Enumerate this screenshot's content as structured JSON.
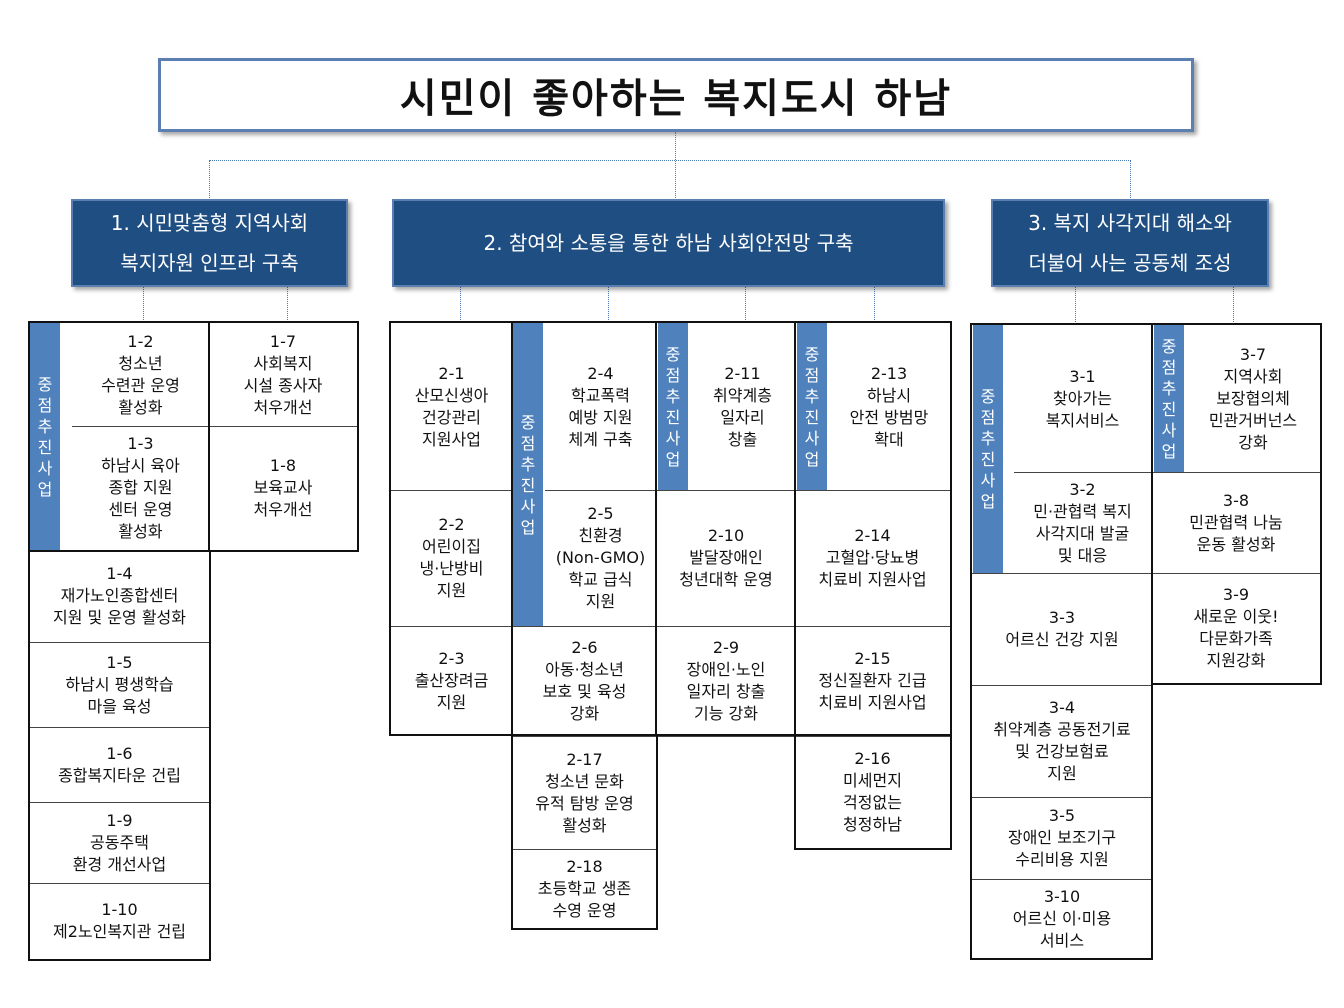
{
  "title": "시민이 좋아하는 복지도시 하남",
  "goals": {
    "g1": [
      "1.  시민맞춤형 지역사회",
      "복지자원 인프라 구축"
    ],
    "g2": [
      "2. 참여와 소통을 통한 하남 사회안전망 구축"
    ],
    "g3": [
      "3. 복지 사각지대 해소와",
      "더불어 사는 공동체 조성"
    ]
  },
  "tags": {
    "t1": "중점추진사업",
    "t24": "중점추진사업",
    "t211": "중점추진사업",
    "t213": "중점추진사업",
    "t3": "중점추진사업",
    "t37": "중점추진사업"
  },
  "projects": {
    "p1_2": [
      "1-2",
      "청소년",
      "수련관 운영",
      "활성화"
    ],
    "p1_3": [
      "1-3",
      "하남시 육아",
      "종합 지원",
      "센터 운영",
      "활성화"
    ],
    "p1_7": [
      "1-7",
      "사회복지",
      "시설 종사자",
      "처우개선"
    ],
    "p1_8": [
      "1-8",
      "보육교사",
      "처우개선"
    ],
    "p1_4": [
      "1-4",
      "재가노인종합센터",
      "지원 및 운영 활성화"
    ],
    "p1_5": [
      "1-5",
      "하남시 평생학습",
      "마을 육성"
    ],
    "p1_6": [
      "1-6",
      "종합복지타운 건립"
    ],
    "p1_9": [
      "1-9",
      "공동주택",
      "환경 개선사업"
    ],
    "p1_10": [
      "1-10",
      "제2노인복지관 건립"
    ],
    "p2_1": [
      "2-1",
      "산모신생아",
      "건강관리",
      "지원사업"
    ],
    "p2_2": [
      "2-2",
      "어린이집",
      "냉·난방비",
      "지원"
    ],
    "p2_3": [
      "2-3",
      "출산장려금",
      "지원"
    ],
    "p2_4": [
      "2-4",
      "학교폭력",
      "예방 지원",
      "체계 구축"
    ],
    "p2_5": [
      "2-5",
      "친환경",
      "(Non-GMO)",
      "학교 급식",
      "지원"
    ],
    "p2_6": [
      "2-6",
      "아동·청소년",
      "보호 및 육성",
      "강화"
    ],
    "p2_17": [
      "2-17",
      "청소년 문화",
      "유적 탐방 운영",
      "활성화"
    ],
    "p2_18": [
      "2-18",
      "초등학교 생존",
      "수영 운영"
    ],
    "p2_11": [
      "2-11",
      "취약계층",
      "일자리",
      "창출"
    ],
    "p2_10": [
      "2-10",
      "발달장애인",
      "청년대학 운영"
    ],
    "p2_9": [
      "2-9",
      "장애인·노인",
      "일자리 창출",
      "기능 강화"
    ],
    "p2_13": [
      "2-13",
      "하남시",
      "안전 방범망",
      "확대"
    ],
    "p2_14": [
      "2-14",
      "고혈압·당뇨병",
      "치료비 지원사업"
    ],
    "p2_15": [
      "2-15",
      "정신질환자 긴급",
      "치료비 지원사업"
    ],
    "p2_16": [
      "2-16",
      "미세먼지",
      "걱정없는",
      "청정하남"
    ],
    "p3_1": [
      "3-1",
      "찾아가는",
      "복지서비스"
    ],
    "p3_2": [
      "3-2",
      "민·관협력 복지",
      "사각지대 발굴",
      "및 대응"
    ],
    "p3_3": [
      "3-3",
      "어르신 건강 지원"
    ],
    "p3_4": [
      "3-4",
      "취약계층 공동전기료",
      "및 건강보험료",
      "지원"
    ],
    "p3_5": [
      "3-5",
      "장애인 보조기구",
      "수리비용 지원"
    ],
    "p3_10": [
      "3-10",
      "어르신 이·미용",
      "서비스"
    ],
    "p3_7": [
      "3-7",
      "지역사회",
      "보장협의체",
      "민관거버넌스",
      "강화"
    ],
    "p3_8": [
      "3-8",
      "민관협력 나눔",
      "운동 활성화"
    ],
    "p3_9": [
      "3-9",
      "새로운 이웃!",
      "다문화가족",
      "지원강화"
    ]
  },
  "colors": {
    "title_border": "#5a7fb0",
    "goal_fill": "#1f4e82",
    "tag_fill": "#4f81bd"
  }
}
